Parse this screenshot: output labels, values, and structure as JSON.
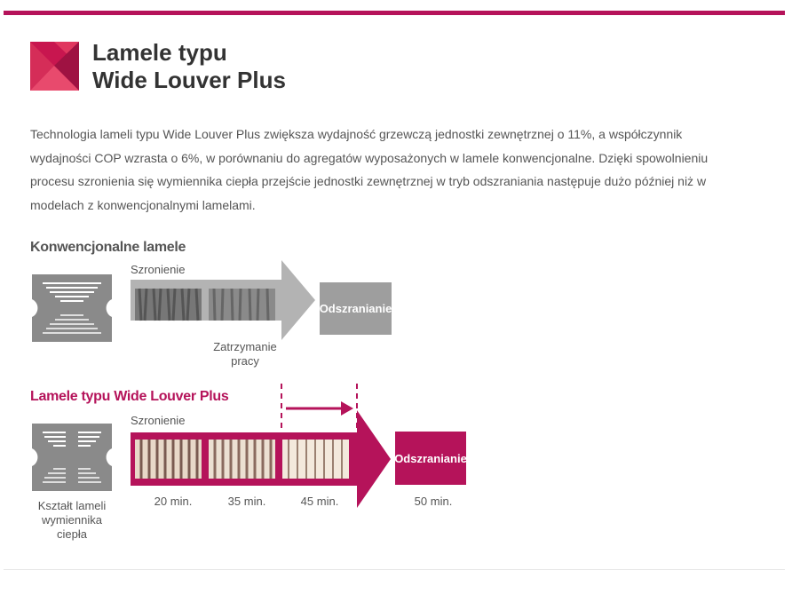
{
  "header": {
    "title_line1": "Lamele typu",
    "title_line2": "Wide Louver Plus"
  },
  "description": "Technologia lameli typu Wide Louver Plus zwiększa wydajność grzewczą jednostki zewnętrznej o 11%, a współczynnik wydajności COP wzrasta o 6%, w porównaniu do agregatów wyposażonych w lamele konwencjonalne. Dzięki spowolnieniu procesu szronienia się wymiennika ciepła przejście jednostki zewnętrznej w tryb odszraniania następuje dużo później niż w modelach z konwencjonalnymi lamelami.",
  "conventional": {
    "label": "Konwencjonalne lamele",
    "frost_label": "Szronienie",
    "stop_label_line1": "Zatrzymanie",
    "stop_label_line2": "pracy",
    "defrost_label": "Odszranianie"
  },
  "wide_louver": {
    "label": "Lamele typu Wide Louver Plus",
    "frost_label": "Szronienie",
    "defrost_label": "Odszranianie",
    "times": [
      "20 min.",
      "35 min.",
      "45 min.",
      "50 min."
    ]
  },
  "fin_caption": {
    "line1": "Kształt lameli",
    "line2": "wymiennika",
    "line3": "ciepła"
  },
  "colors": {
    "accent": "#b5135a",
    "gray_arrow": "#b3b3b3",
    "gray_box": "#9e9e9e",
    "fin_gray": "#8a8a8a",
    "fin_light": "#dedede",
    "text_dark": "#333333",
    "text_body": "#555555"
  },
  "icons": [
    "lg-logo-icon",
    "fin-shape-icon",
    "progress-arrow-icon"
  ]
}
